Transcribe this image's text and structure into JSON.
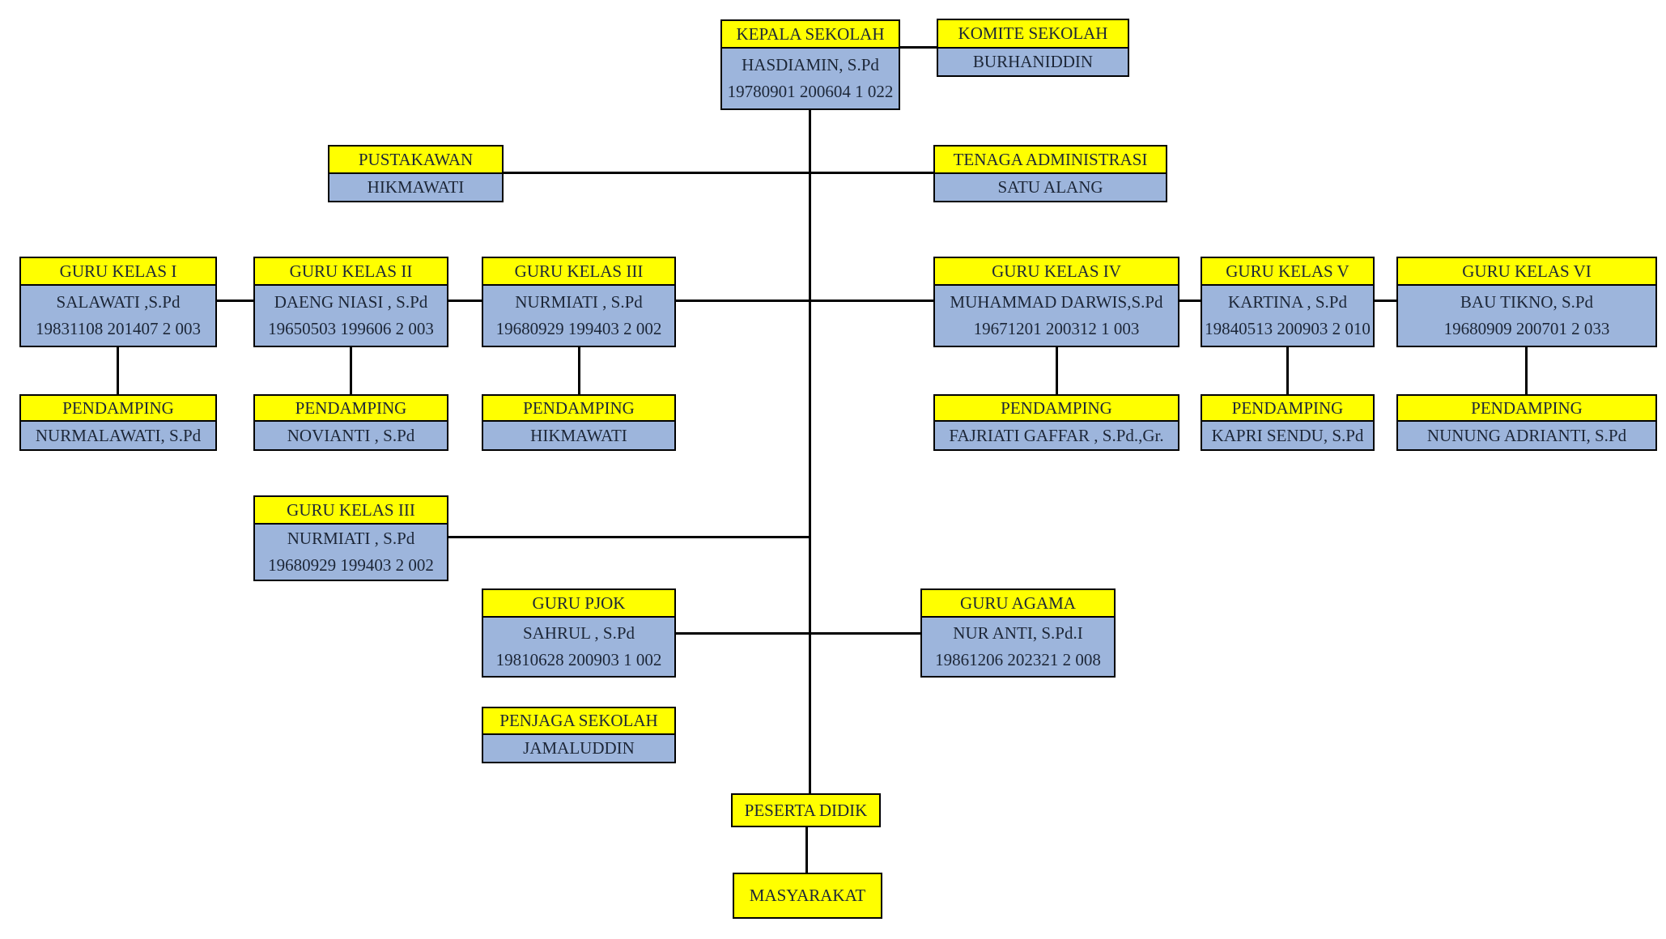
{
  "org": {
    "kepala_sekolah": {
      "title": "KEPALA SEKOLAH",
      "name": "HASDIAMIN, S.Pd",
      "nip": "19780901 200604 1 022"
    },
    "komite_sekolah": {
      "title": "KOMITE SEKOLAH",
      "name": "BURHANIDDIN"
    },
    "pustakawan": {
      "title": "PUSTAKAWAN",
      "name": "HIKMAWATI"
    },
    "tenaga_administrasi": {
      "title": "TENAGA ADMINISTRASI",
      "name": "SATU ALANG"
    },
    "guru_kelas_1": {
      "title": "GURU KELAS I",
      "name": "SALAWATI ,S.Pd",
      "nip": "19831108 201407 2 003"
    },
    "guru_kelas_2": {
      "title": "GURU KELAS II",
      "name": "DAENG NIASI , S.Pd",
      "nip": "19650503 199606 2 003"
    },
    "guru_kelas_3": {
      "title": "GURU KELAS III",
      "name": "NURMIATI , S.Pd",
      "nip": "19680929 199403 2 002"
    },
    "guru_kelas_4": {
      "title": "GURU KELAS IV",
      "name": "MUHAMMAD DARWIS,S.Pd",
      "nip": "19671201 200312 1 003"
    },
    "guru_kelas_5": {
      "title": "GURU KELAS V",
      "name": "KARTINA , S.Pd",
      "nip": "19840513 200903 2 010"
    },
    "guru_kelas_6": {
      "title": "GURU KELAS VI",
      "name": "BAU TIKNO, S.Pd",
      "nip": "19680909 200701 2 033"
    },
    "pendamping_1": {
      "title": "PENDAMPING",
      "name": "NURMALAWATI, S.Pd"
    },
    "pendamping_2": {
      "title": "PENDAMPING",
      "name": "NOVIANTI , S.Pd"
    },
    "pendamping_3": {
      "title": "PENDAMPING",
      "name": "HIKMAWATI"
    },
    "pendamping_4": {
      "title": "PENDAMPING",
      "name": "FAJRIATI GAFFAR , S.Pd.,Gr."
    },
    "pendamping_5": {
      "title": "PENDAMPING",
      "name": "KAPRI SENDU, S.Pd"
    },
    "pendamping_6": {
      "title": "PENDAMPING",
      "name": "NUNUNG ADRIANTI, S.Pd"
    },
    "guru_kelas_3b": {
      "title": "GURU KELAS III",
      "name": "NURMIATI , S.Pd",
      "nip": "19680929 199403 2 002"
    },
    "guru_pjok": {
      "title": "GURU PJOK",
      "name": "SAHRUL , S.Pd",
      "nip": "19810628 200903 1 002"
    },
    "guru_agama": {
      "title": "GURU AGAMA",
      "name": "NUR ANTI, S.Pd.I",
      "nip": "19861206 202321 2 008"
    },
    "penjaga_sekolah": {
      "title": "PENJAGA SEKOLAH",
      "name": "JAMALUDDIN"
    },
    "peserta_didik": {
      "title": "PESERTA DIDIK"
    },
    "masyarakat": {
      "title": "MASYARAKAT"
    }
  },
  "colors": {
    "title_bg": "#FFFF00",
    "body_bg": "#9DB5DC",
    "border": "#000000",
    "text": "#1C2637"
  }
}
